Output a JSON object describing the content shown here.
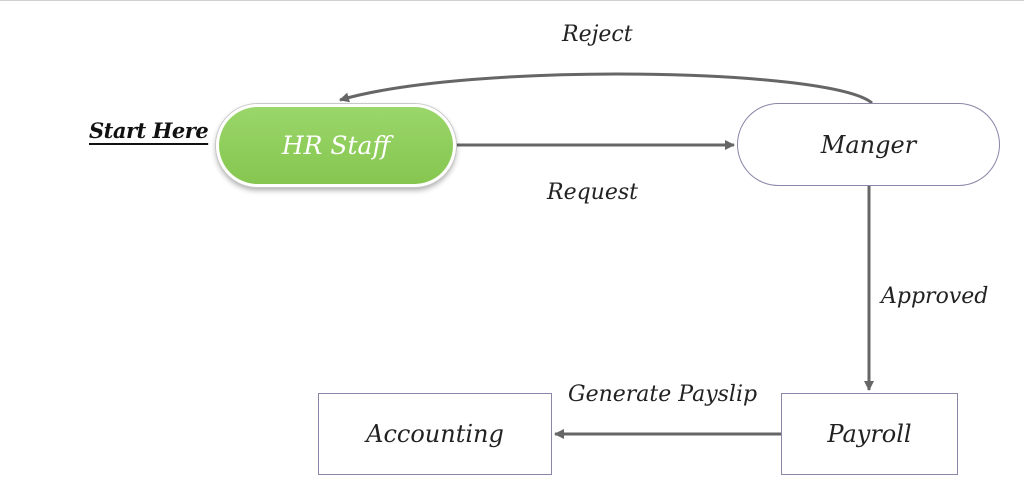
{
  "diagram": {
    "start_label": "Start Here",
    "nodes": {
      "hr_staff": "HR Staff",
      "manager": "Manger",
      "payroll": "Payroll",
      "accounting": "Accounting"
    },
    "edges": {
      "reject": "Reject",
      "request": "Request",
      "approved": "Approved",
      "generate_payslip": "Generate Payslip"
    },
    "colors": {
      "start_node_fill": "#8fce5e",
      "edge": "#666666",
      "node_border": "#8a86a8"
    }
  }
}
